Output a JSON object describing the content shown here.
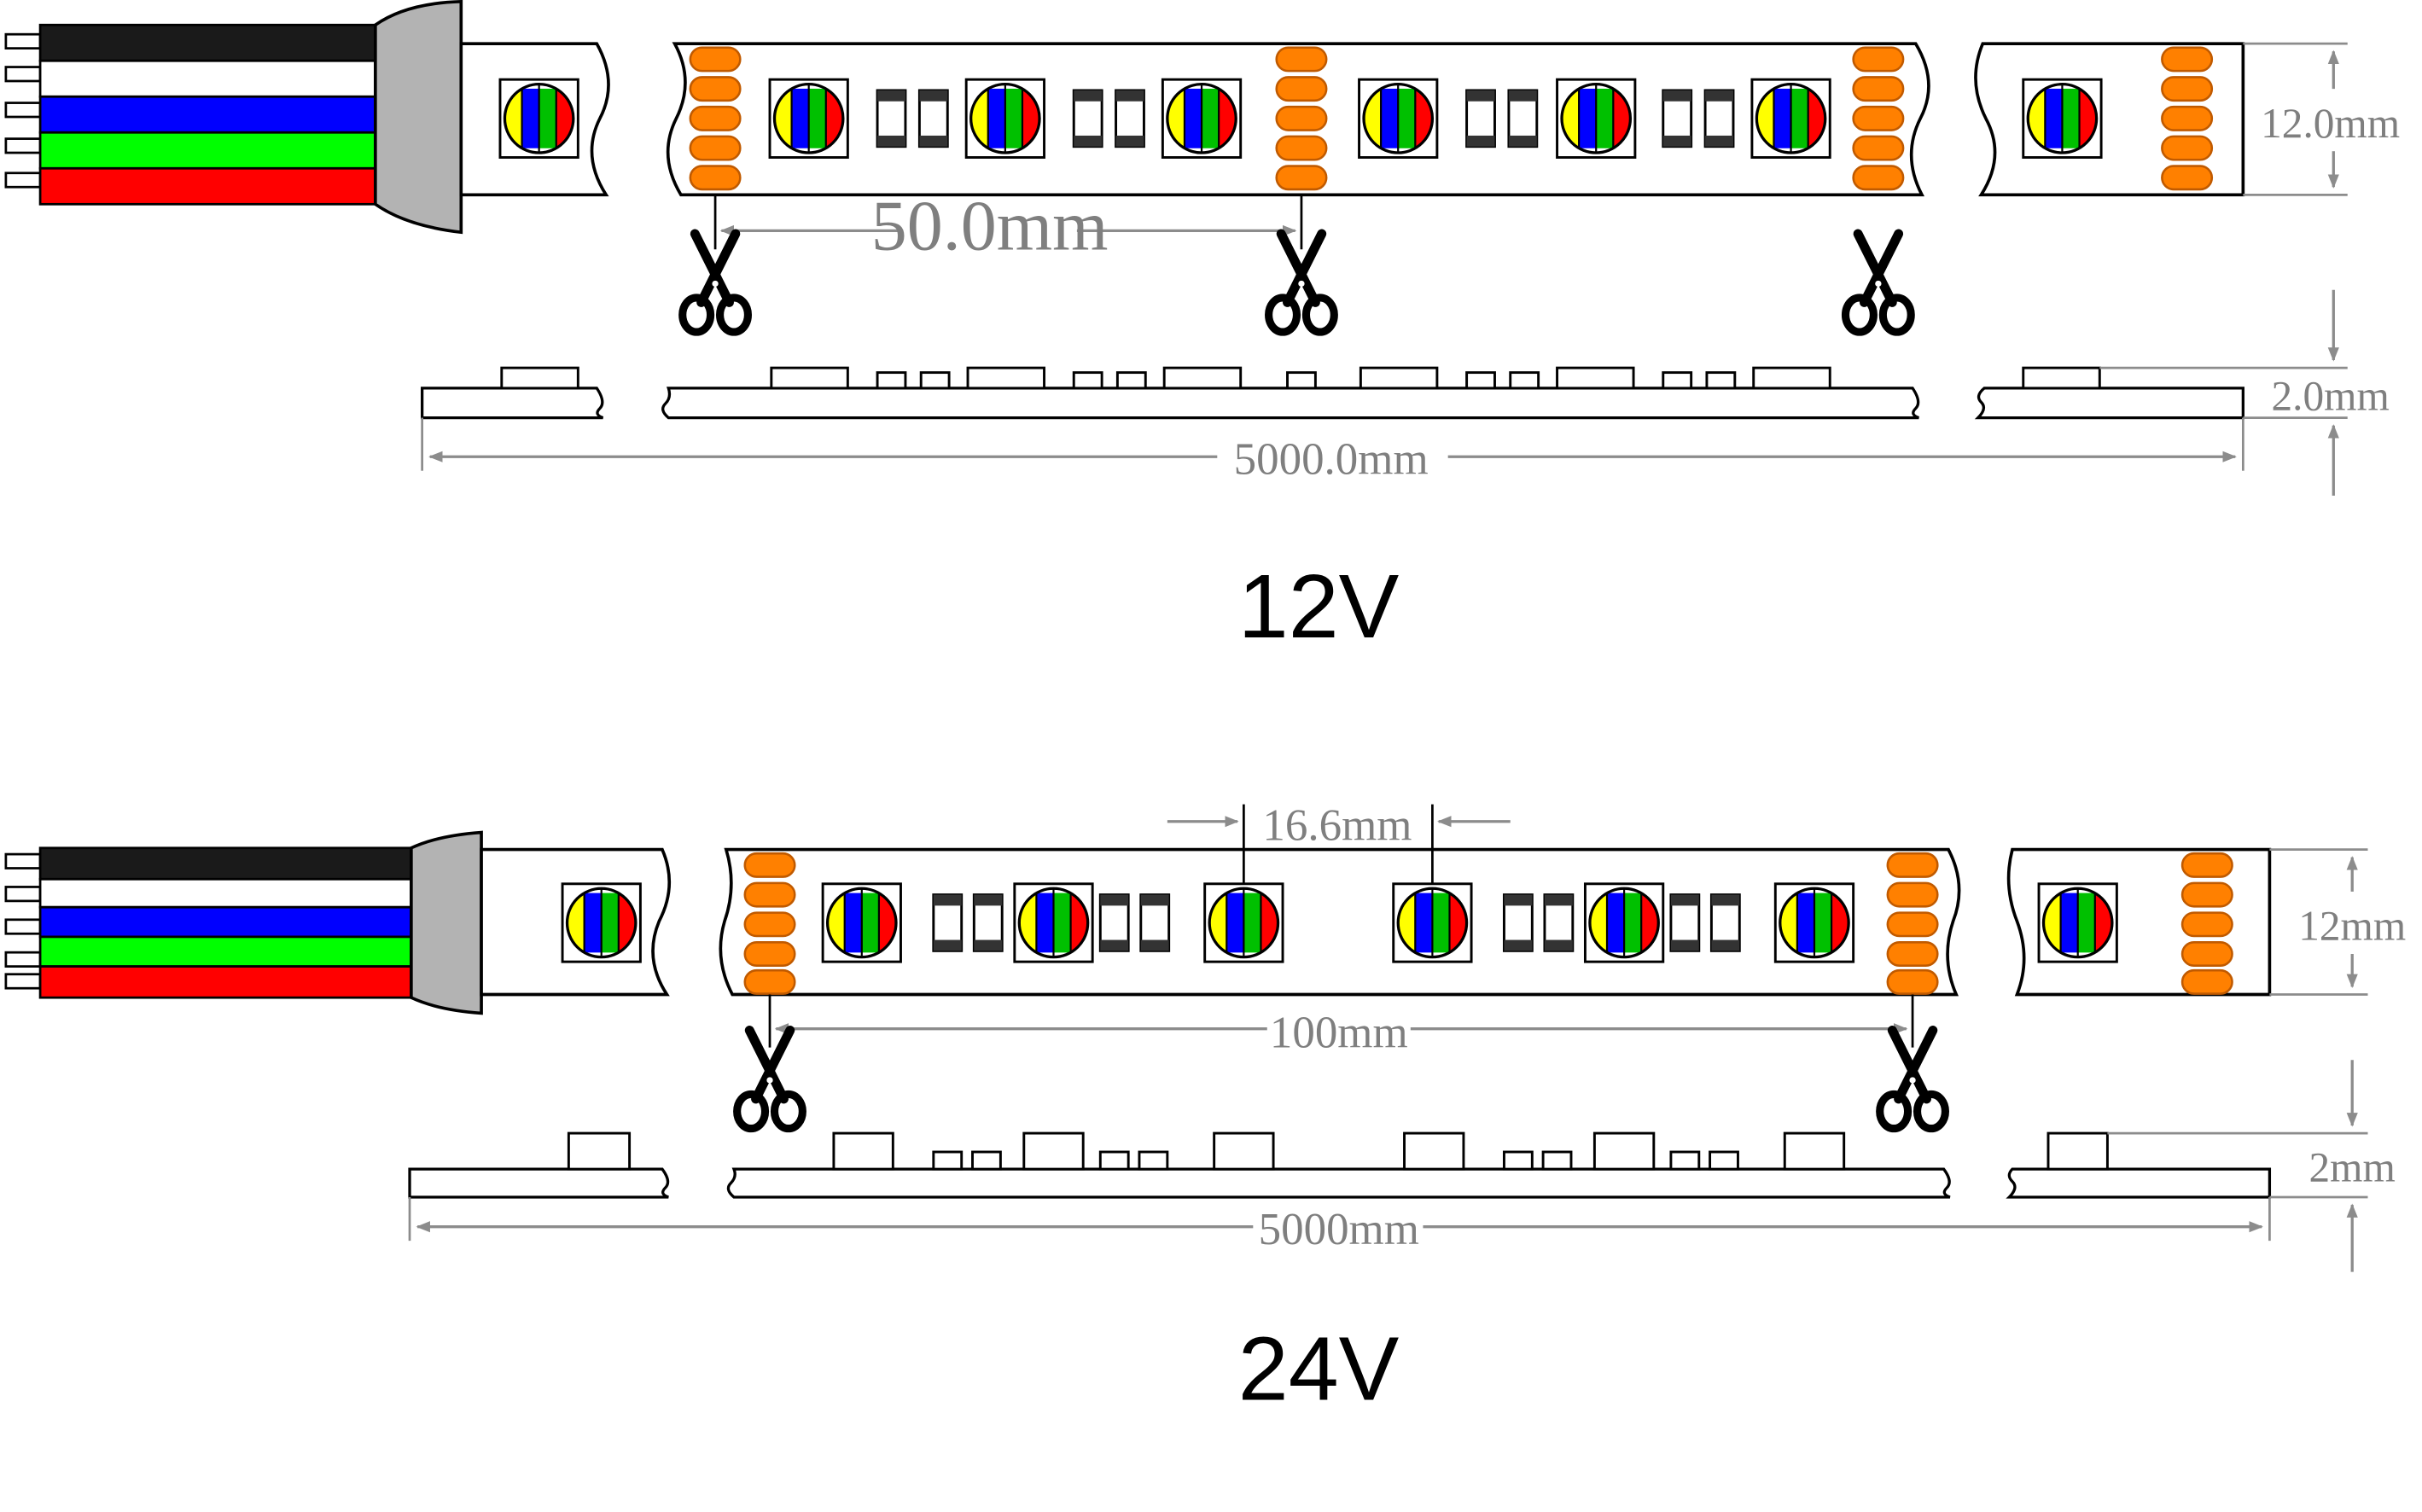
{
  "colors": {
    "outline": "#000000",
    "dimension": "#8c8c8c",
    "pad": "#ff8000",
    "pad_stroke": "#c05a00",
    "connector": "#b3b3b3",
    "chip_yellow": "#ffff00",
    "chip_blue": "#0000ff",
    "chip_green": "#00c000",
    "chip_red": "#ff0000",
    "wire_black": "#1a1a1a",
    "wire_white": "#ffffff",
    "wire_blue": "#0000ff",
    "wire_green": "#00ff00",
    "wire_red": "#ff0000"
  },
  "icons": {
    "cut_mark": "scissors-icon",
    "led_chip": "rgbw-led-chip",
    "resistor": "smd-resistor"
  },
  "section_12v": {
    "voltage_label": "12V",
    "cut_length": "50.0mm",
    "width": "12.0mm",
    "thickness": "2.0mm",
    "total_length": "5000.0mm"
  },
  "section_24v": {
    "voltage_label": "24V",
    "led_pitch": "16.6mm",
    "cut_length": "100mm",
    "width": "12mm",
    "thickness": "2mm",
    "total_length": "5000mm"
  }
}
